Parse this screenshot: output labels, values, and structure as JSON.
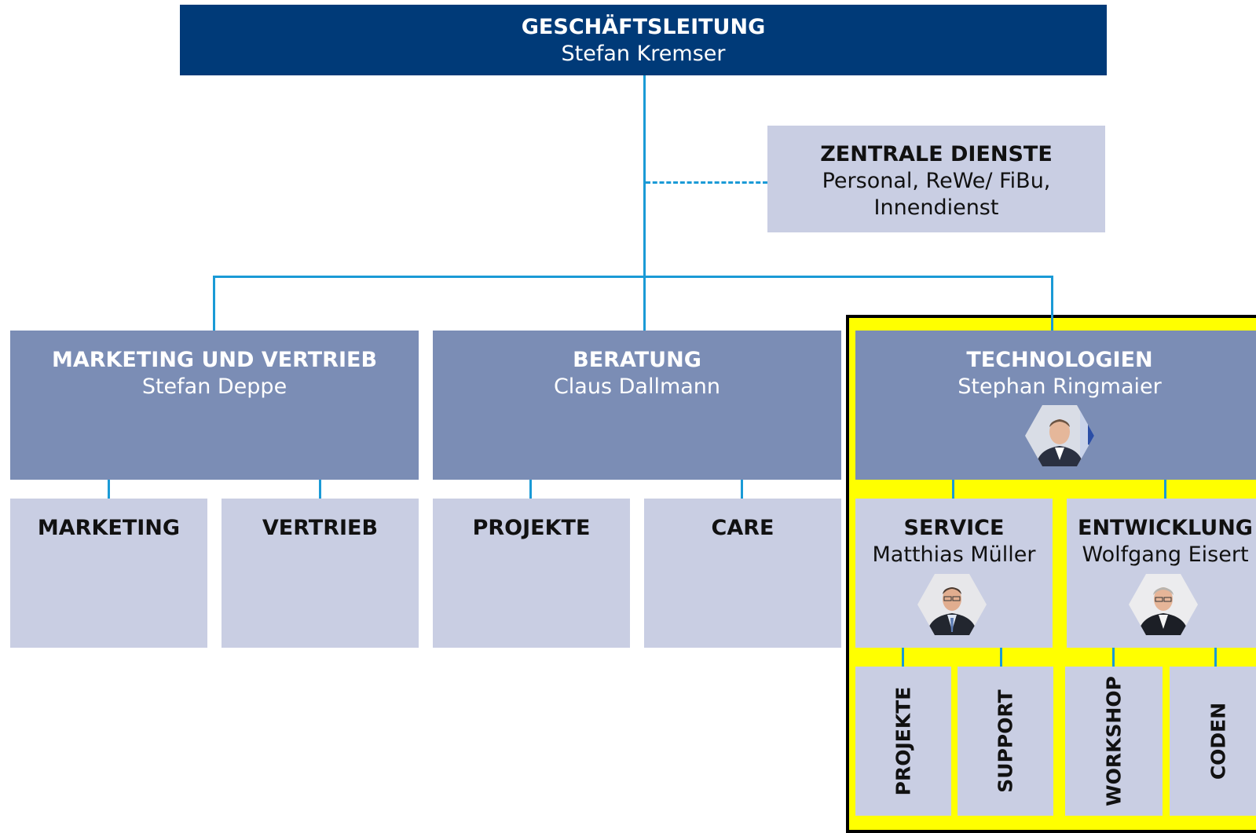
{
  "top": {
    "title": "GESCHÄFTSLEITUNG",
    "name": "Stefan Kremser"
  },
  "zentral": {
    "title": "ZENTRALE DIENSTE",
    "line1": "Personal, ReWe/ FiBu,",
    "line2": "Innendienst"
  },
  "divisions": {
    "marketing_vertrieb": {
      "title": "MARKETING UND VERTRIEB",
      "name": "Stefan Deppe"
    },
    "beratung": {
      "title": "BERATUNG",
      "name": "Claus Dallmann"
    },
    "technologien": {
      "title": "TECHNOLOGIEN",
      "name": "Stephan Ringmaier"
    }
  },
  "units": {
    "marketing": "MARKETING",
    "vertrieb": "VERTRIEB",
    "projekte": "PROJEKTE",
    "care": "CARE",
    "service": {
      "title": "SERVICE",
      "name": "Matthias Müller"
    },
    "entwicklung": {
      "title": "ENTWICKLUNG",
      "name": "Wolfgang Eisert"
    }
  },
  "subunits": {
    "projekte": "PROJEKTE",
    "support": "SUPPORT",
    "workshop": "WORKSHOP",
    "coden": "CODEN"
  },
  "colors": {
    "top_box": "#003a78",
    "division_box": "#7b8db5",
    "unit_box": "#c9cee3",
    "connector": "#1a9ad6",
    "highlight": "#ffff00"
  }
}
